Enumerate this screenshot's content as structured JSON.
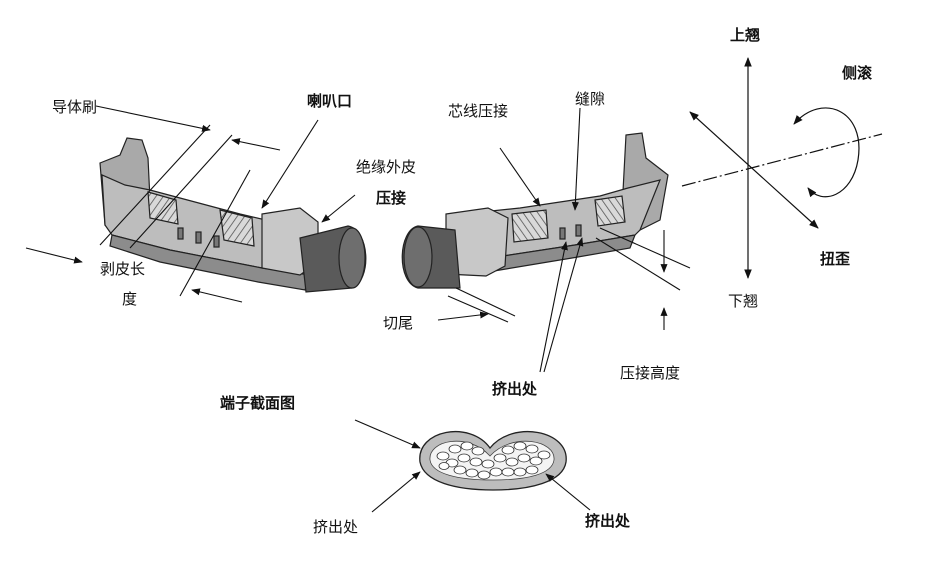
{
  "labels": {
    "conductor_brush": "导体刷",
    "bellmouth": "喇叭口",
    "insulation_crimp_line1": "绝缘外皮",
    "insulation_crimp_line2": "压接",
    "strip_length_line1": "剥皮长",
    "strip_length_line2": "度",
    "cut_tail": "切尾",
    "core_crimp": "芯线压接",
    "gap": "缝隙",
    "crimp_height": "压接高度",
    "extrusion_top": "挤出处",
    "cross_section": "端子截面图",
    "extrusion_left": "挤出处",
    "extrusion_right": "挤出处",
    "bend_up": "上翘",
    "bend_down": "下翘",
    "roll": "侧滚",
    "twist": "扭歪"
  },
  "colors": {
    "terminal_fill": "#bdbdbd",
    "terminal_shade": "#8c8c8c",
    "cable_fill": "#5a5a5a",
    "line": "#111111"
  }
}
